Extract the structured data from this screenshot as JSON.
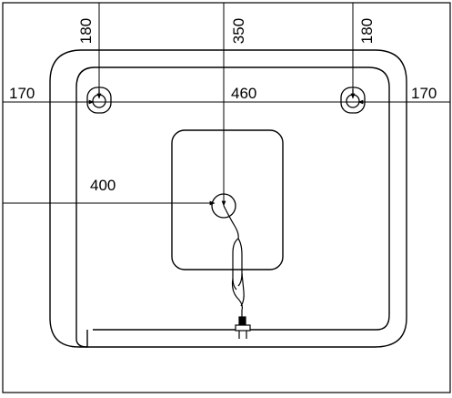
{
  "dimensions": {
    "top_left": "180",
    "top_center": "350",
    "top_right": "180",
    "left_offset": "170",
    "hole_spacing": "460",
    "right_offset": "170",
    "outlet_offset": "400"
  },
  "colors": {
    "line": "#000000",
    "background": "#ffffff"
  }
}
